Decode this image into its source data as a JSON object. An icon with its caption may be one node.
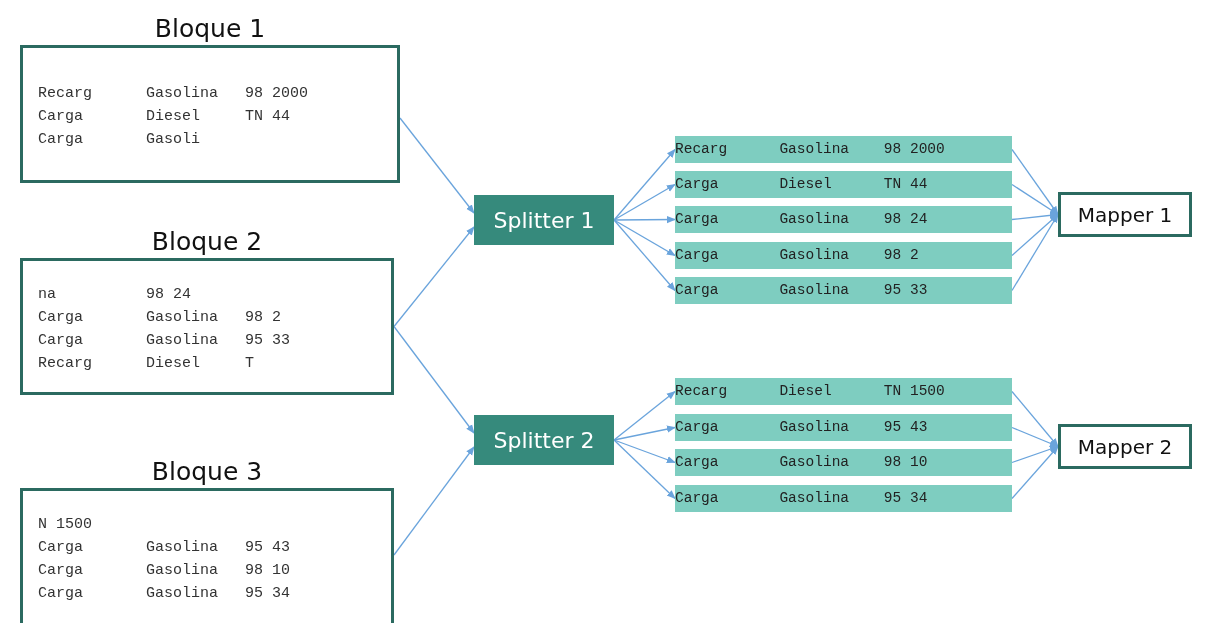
{
  "diagram": {
    "nodes": [
      {
        "text": [
          "Bloque 1",
          "Recarg      Gasolina   98 2000",
          "Carga       Diesel     TN 44",
          "Carga       Gasoli"
        ]
      },
      {
        "text": [
          "Bloque 2",
          "na          98 24",
          "Carga       Gasolina   98 2",
          "Carga       Gasolina   95 33",
          "Recarg      Diesel     T"
        ]
      },
      {
        "text": [
          "Bloque 3",
          "N 1500",
          "Carga       Gasolina   95 43",
          "Carga       Gasolina   98 10",
          "Carga       Gasolina   95 34"
        ]
      },
      {
        "text": [
          "Splitter 1"
        ]
      },
      {
        "text": [
          "Splitter 2"
        ]
      },
      {
        "text": [
          "Recarg      Gasolina    98 2000"
        ]
      },
      {
        "text": [
          "Carga       Diesel      TN 44"
        ]
      },
      {
        "text": [
          "Carga       Gasolina    98 24"
        ]
      },
      {
        "text": [
          "Carga       Gasolina    98 2"
        ]
      },
      {
        "text": [
          "Carga       Gasolina    95 33"
        ]
      },
      {
        "text": [
          "Recarg      Diesel      TN 1500"
        ]
      },
      {
        "text": [
          "Carga       Gasolina    95 43"
        ]
      },
      {
        "text": [
          "Carga       Gasolina    98 10"
        ]
      },
      {
        "text": [
          "Carga       Gasolina    95 34"
        ]
      },
      {
        "text": [
          "Mapper 1"
        ]
      },
      {
        "text": [
          "Mapper 2"
        ]
      }
    ],
    "edges": [
      {
        "from": 0,
        "to": 3,
        "arrow": "to"
      },
      {
        "from": 1,
        "to": 3,
        "arrow": "to"
      },
      {
        "from": 1,
        "to": 4,
        "arrow": "to"
      },
      {
        "from": 2,
        "to": 4,
        "arrow": "to"
      },
      {
        "from": 3,
        "to": 5,
        "arrow": "to"
      },
      {
        "from": 3,
        "to": 6,
        "arrow": "to"
      },
      {
        "from": 3,
        "to": 7,
        "arrow": "to"
      },
      {
        "from": 3,
        "to": 8,
        "arrow": "to"
      },
      {
        "from": 3,
        "to": 9,
        "arrow": "to"
      },
      {
        "from": 4,
        "to": 10,
        "arrow": "to"
      },
      {
        "from": 4,
        "to": 11,
        "arrow": "to"
      },
      {
        "from": 4,
        "to": 12,
        "arrow": "to"
      },
      {
        "from": 4,
        "to": 13,
        "arrow": "to"
      },
      {
        "from": 5,
        "to": 14,
        "arrow": "to"
      },
      {
        "from": 6,
        "to": 14,
        "arrow": "to"
      },
      {
        "from": 7,
        "to": 14,
        "arrow": "to"
      },
      {
        "from": 8,
        "to": 14,
        "arrow": "to"
      },
      {
        "from": 9,
        "to": 14,
        "arrow": "to"
      },
      {
        "from": 10,
        "to": 15,
        "arrow": "to"
      },
      {
        "from": 11,
        "to": 15,
        "arrow": "to"
      },
      {
        "from": 12,
        "to": 15,
        "arrow": "to"
      },
      {
        "from": 13,
        "to": 15,
        "arrow": "to"
      }
    ]
  }
}
